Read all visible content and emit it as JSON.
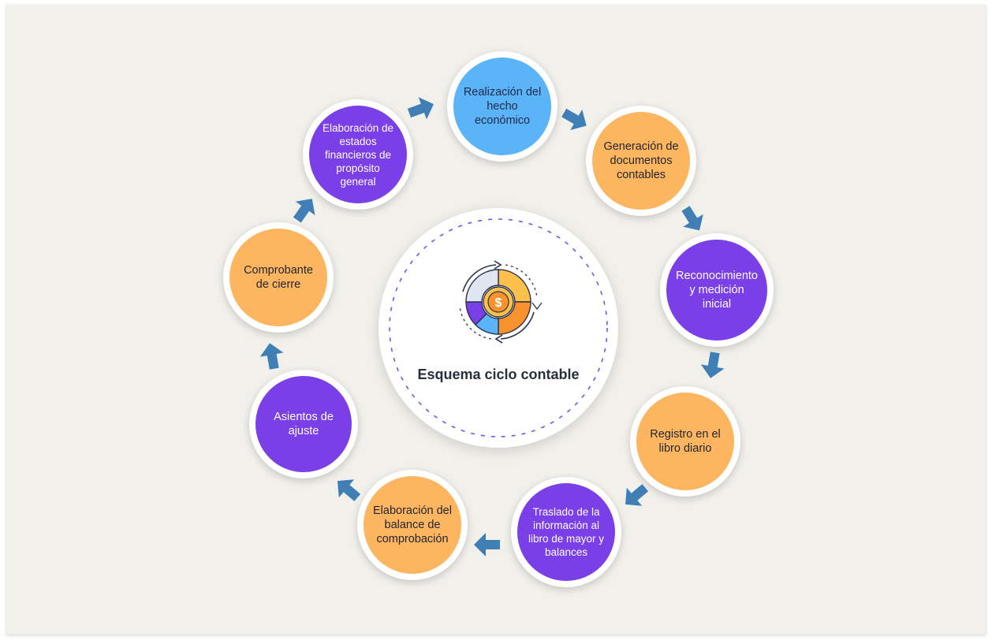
{
  "center": {
    "title": "Esquema ciclo contable",
    "icon": "accounting-cycle-dollar-icon",
    "currency_symbol": "$"
  },
  "colors": {
    "blue": "#5bb3f8",
    "orange": "#fdb560",
    "purple": "#7a3fe6",
    "arrow": "#3f7fb5",
    "background": "#f2f0eb"
  },
  "steps": [
    {
      "label": "Realización del hecho económico",
      "color": "blue"
    },
    {
      "label": "Generación de documentos contables",
      "color": "orange"
    },
    {
      "label": "Reconocimiento y medición inicial",
      "color": "purple"
    },
    {
      "label": "Registro en el libro diario",
      "color": "orange"
    },
    {
      "label": "Traslado de la información al libro de mayor y balances",
      "color": "purple"
    },
    {
      "label": "Elaboración del balance de comprobación",
      "color": "orange"
    },
    {
      "label": "Asientos de ajuste",
      "color": "purple"
    },
    {
      "label": "Comprobante de cierre",
      "color": "orange"
    },
    {
      "label": "Elaboración de estados financieros de propósito general",
      "color": "purple"
    }
  ]
}
